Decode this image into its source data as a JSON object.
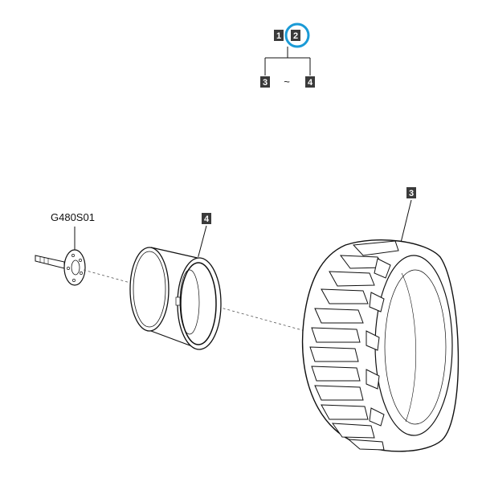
{
  "navigator": {
    "badge_1": "1",
    "badge_2": "2",
    "badge_3": "3",
    "badge_4": "4",
    "range_separator": "~",
    "highlight_color": "#1a9ad6"
  },
  "parts": {
    "hub_axle_code": "G480S01",
    "rim_callout": "4",
    "tire_callout": "3"
  },
  "colors": {
    "badge_bg": "#3a3a3a",
    "line": "#111111"
  }
}
